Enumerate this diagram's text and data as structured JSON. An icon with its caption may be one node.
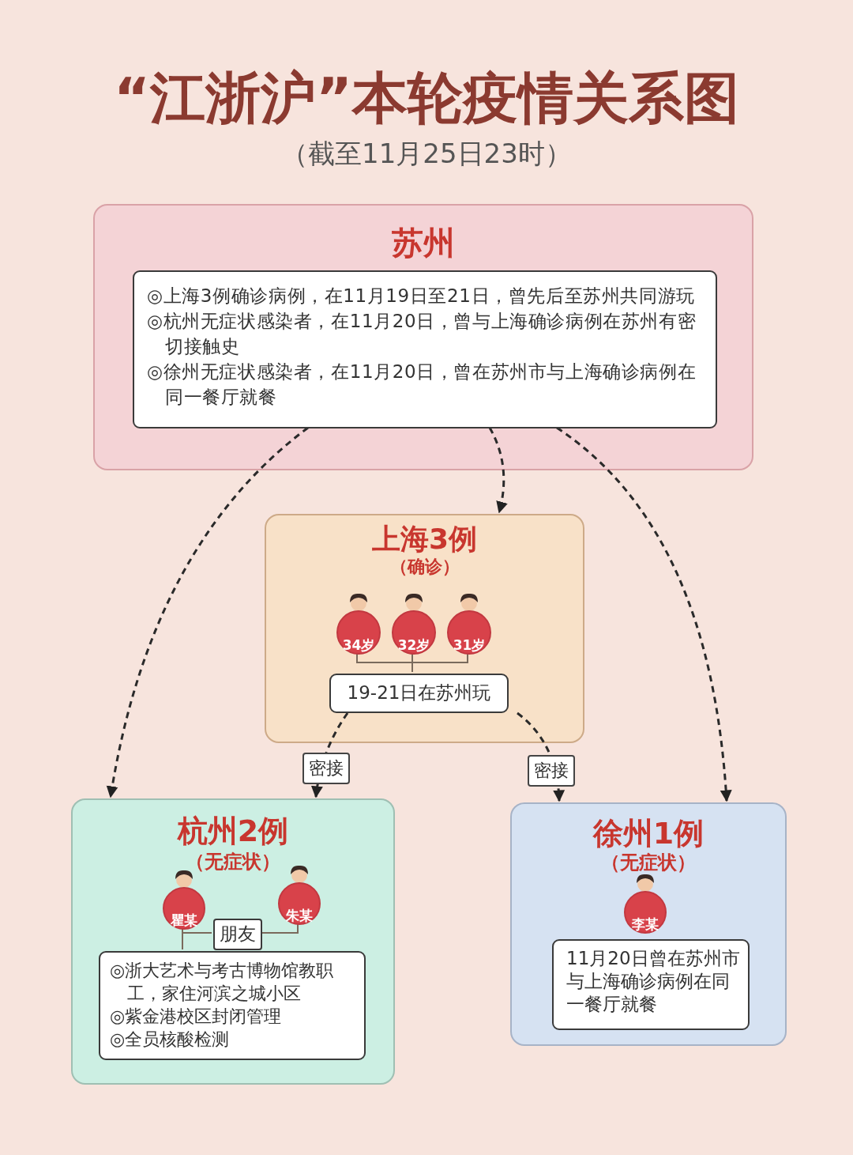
{
  "diagram": {
    "title": "“江浙沪”本轮疫情关系图",
    "nodes": [
      {
        "text": [
          "苏州"
        ]
      },
      {
        "text": [
          "◎上海3例确诊病例，在11月19日至21日，曾先后至苏州共同游玩",
          "◎杭州无症状感染者，在11月20日，曾与上海确诊病例在苏州有密切接触史",
          "◎徐州无症状感染者，在11月20日，曾在苏州市与上海确诊病例在同一餐厅就餐"
        ],
        "in": 0
      },
      {
        "text": [
          "上海3例",
          "（确诊）"
        ]
      },
      {
        "text": [
          "34岁"
        ],
        "in": 2
      },
      {
        "text": [
          "32岁"
        ],
        "in": 2
      },
      {
        "text": [
          "31岁"
        ],
        "in": 2
      },
      {
        "text": [
          "19-21日在苏州玩"
        ],
        "in": 2
      },
      {
        "text": [
          "杭州2例",
          "（无症状）"
        ]
      },
      {
        "text": [
          "瞿某"
        ],
        "in": 7
      },
      {
        "text": [
          "朱某"
        ],
        "in": 7
      },
      {
        "text": [
          "朋友"
        ],
        "in": 7
      },
      {
        "text": [
          "◎浙大艺术与考古博物馆教职工，家住河滨之城小区",
          "◎紫金港校区封闭管理",
          "◎全员核酸检测"
        ],
        "in": 7
      },
      {
        "text": [
          "徐州1例",
          "（无症状）"
        ]
      },
      {
        "text": [
          "李某"
        ],
        "in": 12
      },
      {
        "text": [
          "11月20日曾在苏州市与上海确诊病例在同一餐厅就餐"
        ],
        "in": 12
      }
    ],
    "edges": [
      {
        "from": 1,
        "to": 2,
        "arrow": "to",
        "style": "dashed"
      },
      {
        "from": 1,
        "to": 7,
        "arrow": "to",
        "style": "dashed"
      },
      {
        "from": 1,
        "to": 12,
        "arrow": "to",
        "style": "dashed"
      },
      {
        "from": 6,
        "to": 7,
        "arrow": "to",
        "style": "dashed",
        "label": "密接"
      },
      {
        "from": 6,
        "to": 12,
        "arrow": "to",
        "style": "dashed",
        "label": "密接"
      },
      {
        "from": 3,
        "to": 6,
        "arrow": "none"
      },
      {
        "from": 4,
        "to": 6,
        "arrow": "none"
      },
      {
        "from": 5,
        "to": 6,
        "arrow": "none"
      },
      {
        "from": 8,
        "to": 11,
        "arrow": "none"
      },
      {
        "from": 8,
        "to": 10,
        "arrow": "none"
      },
      {
        "from": 9,
        "to": 10,
        "arrow": "none"
      }
    ],
    "labels": [
      "（截至11月25日23时）"
    ]
  }
}
